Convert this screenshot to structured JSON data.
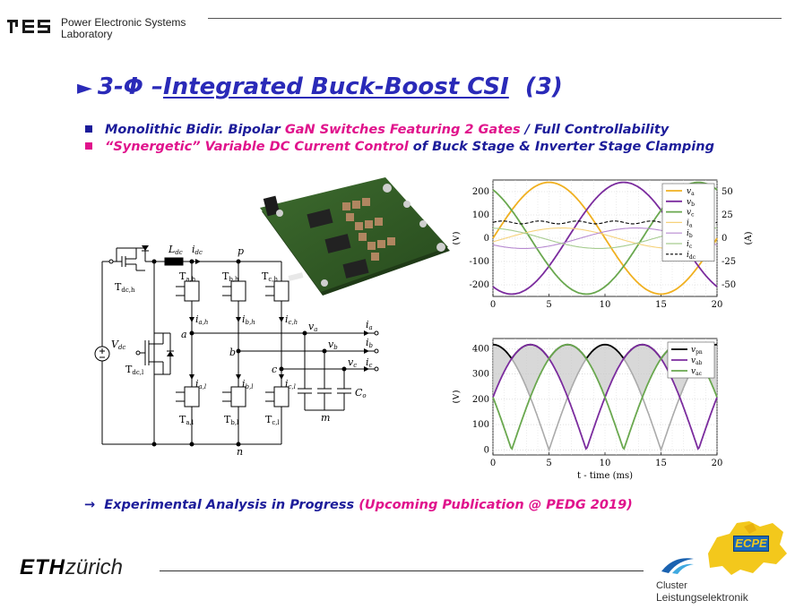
{
  "header": {
    "org_line1": "Power Electronic Systems",
    "org_line2": "Laboratory"
  },
  "title": {
    "arrow": "►",
    "prefix": "3-Φ –",
    "underlined": "Integrated Buck-Boost CSI",
    "suffix": "(3)"
  },
  "bullets": [
    {
      "parts": [
        {
          "t": "Monolithic ",
          "c": "blue"
        },
        {
          "t": "Bidir. Bipolar ",
          "c": "blue"
        },
        {
          "t": "GaN Switches Featuring 2 Gates ",
          "c": "mag"
        },
        {
          "t": "/ Full Controllability",
          "c": "blue"
        }
      ]
    },
    {
      "parts": [
        {
          "t": "“Synergetic” Variable DC Current Control ",
          "c": "mag"
        },
        {
          "t": "of Buck Stage  &  Inverter Stage Clamping",
          "c": "blue"
        }
      ]
    }
  ],
  "footer_note": {
    "arrow": "→",
    "text": "Experimental Analysis  in Progress  ",
    "highlight": "(Upcoming Publication @ PEDG 2019)"
  },
  "footer": {
    "eth_bold": "ETH",
    "eth_italic": "zürich",
    "cluster_line1": "Cluster",
    "cluster_line2": "Leistungselektronik",
    "ecpe": "ECPE"
  },
  "schematic": {
    "ldc": "L",
    "ldc_sub": "dc",
    "idc": "i",
    "idc_sub": "dc",
    "p": "p",
    "n": "n",
    "m": "m",
    "vdc": "V",
    "vdc_sub": "dc",
    "tdch": "T",
    "tdch_sub": "dc,h",
    "tdcl": "T",
    "tdcl_sub": "dc,l",
    "tah": "T",
    "tah_sub": "a,h",
    "tbh": "T",
    "tbh_sub": "b,h",
    "tch": "T",
    "tch_sub": "c,h",
    "tal": "T",
    "tal_sub": "a,l",
    "tbl": "T",
    "tbl_sub": "b,l",
    "tcl": "T",
    "tcl_sub": "c,l",
    "iah": "i",
    "iah_sub": "a,h",
    "ibh": "i",
    "ibh_sub": "b,h",
    "ich": "i",
    "ich_sub": "c,h",
    "ial": "i",
    "ial_sub": "a,l",
    "ibl": "i",
    "ibl_sub": "b,l",
    "icl": "i",
    "icl_sub": "c,l",
    "a": "a",
    "b": "b",
    "c": "c",
    "va": "v",
    "va_sub": "a",
    "vb": "v",
    "vb_sub": "b",
    "vc": "v",
    "vc_sub": "c",
    "ia": "i",
    "ia_sub": "a",
    "ib": "i",
    "ib_sub": "b",
    "ic": "i",
    "ic_sub": "c",
    "co": "C",
    "co_sub": "o"
  },
  "chart_data": [
    {
      "type": "line",
      "title": "",
      "xlabel": "",
      "ylabel": "(V)",
      "y2label": "(A)",
      "xlim": [
        0,
        20
      ],
      "ylim": [
        -250,
        250
      ],
      "y2lim": [
        -62.5,
        62.5
      ],
      "xticks": [
        "0",
        "5",
        "10",
        "15",
        "20"
      ],
      "yticks": [
        "200",
        "100",
        "0",
        "-100",
        "-200"
      ],
      "y2ticks": [
        "50",
        "25",
        "0",
        "-25",
        "-50"
      ],
      "grid": true,
      "legend_position": "top-right",
      "series": [
        {
          "name": "v_a",
          "label": "v",
          "sub": "a",
          "color": "#f0b020",
          "amplitude": 240,
          "phase_deg": 0,
          "freq_hz": 50,
          "axis": "left"
        },
        {
          "name": "v_b",
          "label": "v",
          "sub": "b",
          "color": "#7b2c9e",
          "amplitude": 240,
          "phase_deg": -120,
          "freq_hz": 50,
          "axis": "left"
        },
        {
          "name": "v_c",
          "label": "v",
          "sub": "c",
          "color": "#6aa84f",
          "amplitude": 240,
          "phase_deg": 120,
          "freq_hz": 50,
          "axis": "left"
        },
        {
          "name": "i_a",
          "label": "i",
          "sub": "a",
          "color": "#f6d27a",
          "amplitude": 11,
          "phase_deg": -20,
          "freq_hz": 50,
          "axis": "right"
        },
        {
          "name": "i_b",
          "label": "i",
          "sub": "b",
          "color": "#b78ad0",
          "amplitude": 11,
          "phase_deg": -140,
          "freq_hz": 50,
          "axis": "right"
        },
        {
          "name": "i_c",
          "label": "i",
          "sub": "c",
          "color": "#a6cc8f",
          "amplitude": 11,
          "phase_deg": 100,
          "freq_hz": 50,
          "axis": "right"
        },
        {
          "name": "i_dc",
          "label": "i",
          "sub": "dc",
          "color": "#000000",
          "mean": 17,
          "ripple": 1.5,
          "dashed": true,
          "axis": "right"
        }
      ]
    },
    {
      "type": "line",
      "title": "",
      "xlabel": "t - time (ms)",
      "ylabel": "(V)",
      "xlim": [
        0,
        20
      ],
      "ylim": [
        -20,
        440
      ],
      "xticks": [
        "0",
        "5",
        "10",
        "15",
        "20"
      ],
      "yticks": [
        "400",
        "300",
        "200",
        "100",
        "0"
      ],
      "grid": true,
      "legend_position": "top-right",
      "series": [
        {
          "name": "v_pn",
          "label": "v",
          "sub": "pn",
          "color": "#000000",
          "amplitude": 416,
          "kind": "envelope"
        },
        {
          "name": "v_ab",
          "label": "v",
          "sub": "ab",
          "color": "#7b2c9e",
          "amplitude": 416,
          "kind": "abs-line-to-line"
        },
        {
          "name": "v_ac",
          "label": "v",
          "sub": "ac",
          "color": "#6aa84f",
          "amplitude": 416,
          "kind": "abs-line-to-line"
        }
      ]
    }
  ]
}
